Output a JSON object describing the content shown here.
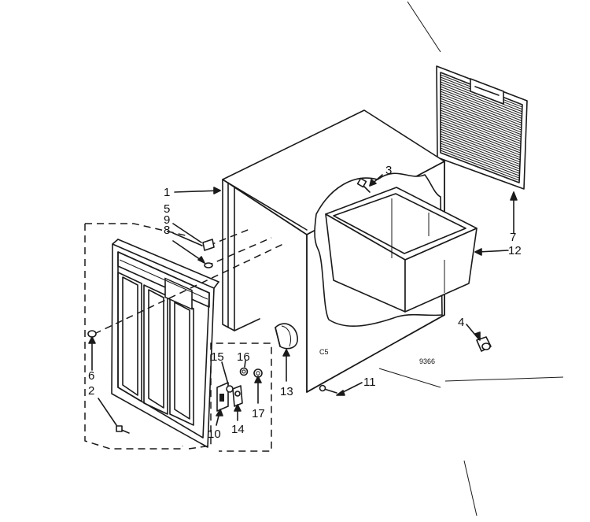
{
  "diagram": {
    "callouts": [
      {
        "id": "c1",
        "text": "1"
      },
      {
        "id": "c2",
        "text": "2"
      },
      {
        "id": "c3",
        "text": "3"
      },
      {
        "id": "c4",
        "text": "4"
      },
      {
        "id": "c5",
        "text": "5"
      },
      {
        "id": "c6",
        "text": "6"
      },
      {
        "id": "c7",
        "text": "7"
      },
      {
        "id": "c8",
        "text": "8"
      },
      {
        "id": "c9",
        "text": "9"
      },
      {
        "id": "c10",
        "text": "10"
      },
      {
        "id": "c11",
        "text": "11"
      },
      {
        "id": "c12",
        "text": "12"
      },
      {
        "id": "c13",
        "text": "13"
      },
      {
        "id": "c14",
        "text": "14"
      },
      {
        "id": "c15",
        "text": "15"
      },
      {
        "id": "c16",
        "text": "16"
      },
      {
        "id": "c17",
        "text": "17"
      }
    ],
    "cabinet_mark": "C5",
    "drawing_number": "9366"
  }
}
